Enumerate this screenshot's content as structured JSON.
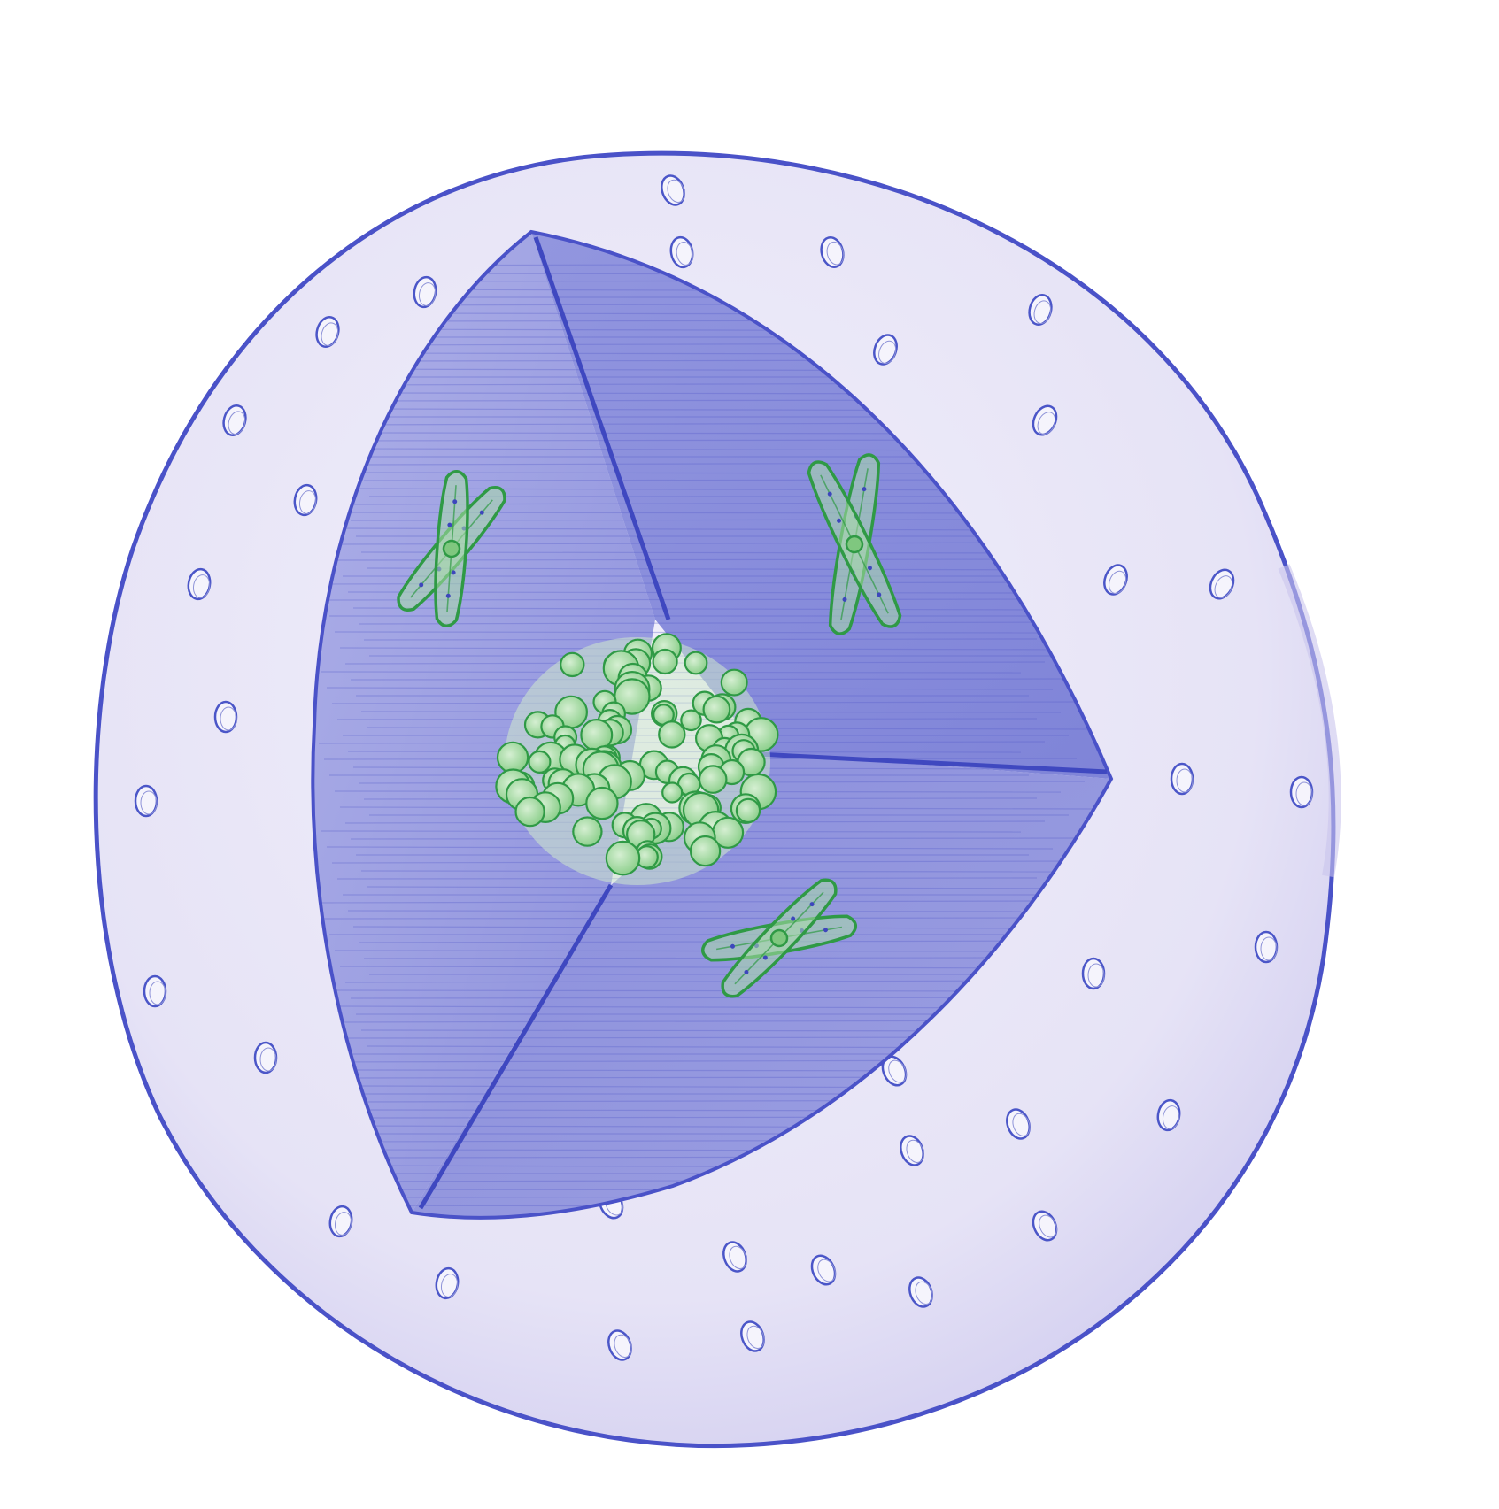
{
  "drawing": {
    "colors": {
      "background": "#ffffff",
      "outline_blue": "#4a52c8",
      "shell_fill": "#e9e6f7",
      "shell_shade": "#d6d2f0",
      "interior_fill": "#8f93df",
      "interior_light": "#b4b5ea",
      "green_stroke": "#2f9a45",
      "green_fill": "#a9dca8",
      "pore_stroke": "#4b56c8"
    },
    "components": [
      {
        "name": "nuclear-envelope",
        "icon": "sphere-shell"
      },
      {
        "name": "nuclear-pores",
        "icon": "pore-ring",
        "count": 34
      },
      {
        "name": "cutaway-interior",
        "icon": "triangular-cutaway"
      },
      {
        "name": "nucleolus",
        "icon": "bead-cluster"
      },
      {
        "name": "chromosomes",
        "icon": "x-chromosome",
        "count": 3
      }
    ]
  }
}
